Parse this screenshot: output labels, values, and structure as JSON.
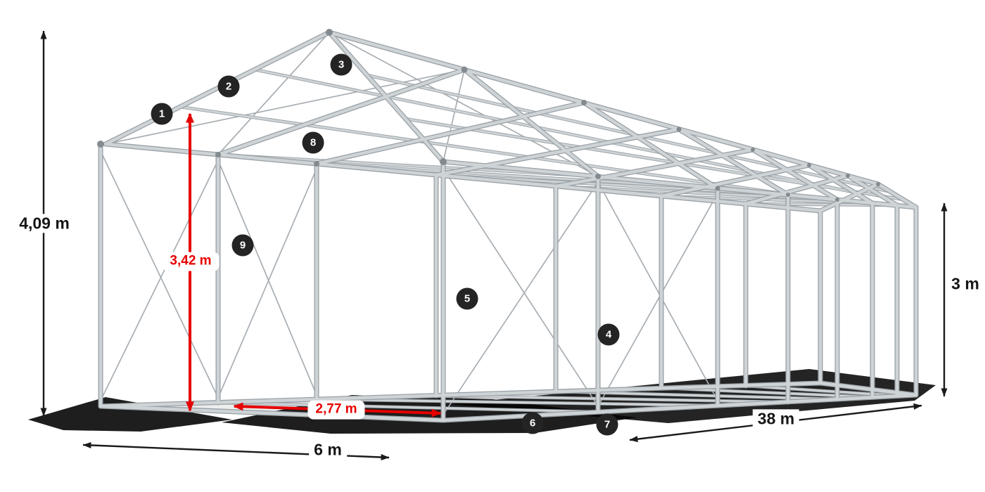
{
  "illustration": {
    "description": "Wireframe diagram of a galvanized steel party-tent frame shown in perspective with dimension arrows and numbered part callouts",
    "colors": {
      "background": "#ffffff",
      "frame_light": "#ced3d6",
      "frame_dark": "#9aa1a6",
      "shadow": "#060606",
      "dimension_text": "#161616",
      "accent_red": "#e60000",
      "badge_bg": "#242424",
      "badge_text": "#ffffff"
    },
    "dimensions": {
      "total_height": {
        "label": "4,09 m"
      },
      "clear_height": {
        "label": "3,42 m"
      },
      "clear_width": {
        "label": "2,77 m"
      },
      "width": {
        "label": "6 m"
      },
      "length": {
        "label": "38 m"
      },
      "side_height": {
        "label": "3 m"
      }
    },
    "callouts": [
      {
        "number": "1"
      },
      {
        "number": "2"
      },
      {
        "number": "3"
      },
      {
        "number": "4"
      },
      {
        "number": "5"
      },
      {
        "number": "6"
      },
      {
        "number": "7"
      },
      {
        "number": "8"
      },
      {
        "number": "9"
      }
    ]
  }
}
